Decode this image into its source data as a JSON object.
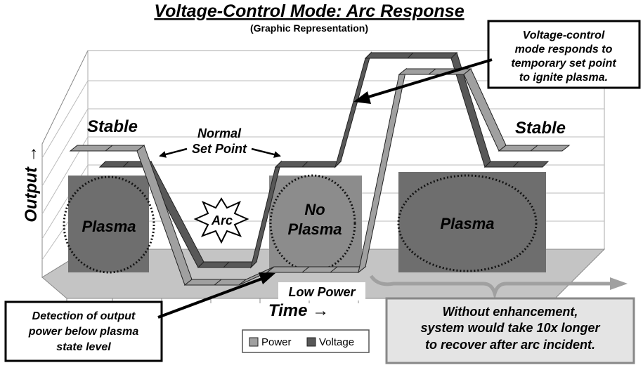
{
  "title": "Voltage-Control Mode:  Arc Response",
  "subtitle": "(Graphic Representation)",
  "axes": {
    "y_label": "Output →",
    "x_label": "Time →"
  },
  "labels": {
    "stable_left": "Stable",
    "stable_right": "Stable",
    "normal_set_point_line1": "Normal",
    "normal_set_point_line2": "Set Point",
    "arc": "Arc",
    "low_power": "Low Power",
    "plasma_left": "Plasma",
    "no_plasma_line1": "No",
    "no_plasma_line2": "Plasma",
    "plasma_right": "Plasma"
  },
  "callouts": {
    "top_right": [
      "Voltage-control",
      "mode responds to",
      "temporary set point",
      "to ignite plasma."
    ],
    "bottom_left": [
      "Detection of output",
      "power below plasma",
      "state level"
    ],
    "bottom_right": [
      "Without enhancement,",
      "system would take 10x longer",
      "to recover after arc incident."
    ]
  },
  "legend": [
    {
      "name": "Power",
      "color": "#a0a0a0"
    },
    {
      "name": "Voltage",
      "color": "#585858"
    }
  ],
  "colors": {
    "power": "#a0a0a0",
    "voltage": "#585858",
    "plasma_box": "#6e6e6e",
    "no_plasma_box": "#8c8c8c",
    "floor": "#c4c4c4",
    "callout_bg": "#e4e4e4"
  }
}
